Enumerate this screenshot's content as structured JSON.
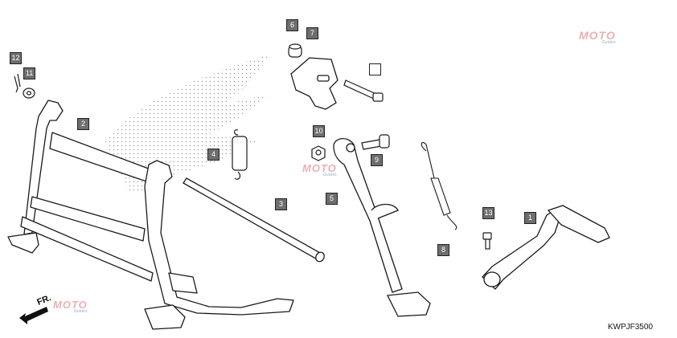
{
  "callouts": [
    {
      "id": "1",
      "label": "1"
    },
    {
      "id": "2",
      "label": "2"
    },
    {
      "id": "3",
      "label": "3"
    },
    {
      "id": "4",
      "label": "4"
    },
    {
      "id": "5",
      "label": "5"
    },
    {
      "id": "6",
      "label": "6"
    },
    {
      "id": "7",
      "label": "7"
    },
    {
      "id": "8",
      "label": "8"
    },
    {
      "id": "9",
      "label": "9"
    },
    {
      "id": "10",
      "label": "10"
    },
    {
      "id": "11",
      "label": "11"
    },
    {
      "id": "12",
      "label": "12"
    },
    {
      "id": "13",
      "label": "13"
    }
  ],
  "direction_label": "FR.",
  "diagram_code": "KWPJF3500",
  "watermark": {
    "part1": "MOTO",
    "part2": "Guides"
  },
  "colors": {
    "callout_fill": "#6e6e6e",
    "callout_text": "#ffffff",
    "line": "#1a1a1a",
    "watermark_red": "#e8a3a3",
    "watermark_blue": "#a9b7d6"
  }
}
